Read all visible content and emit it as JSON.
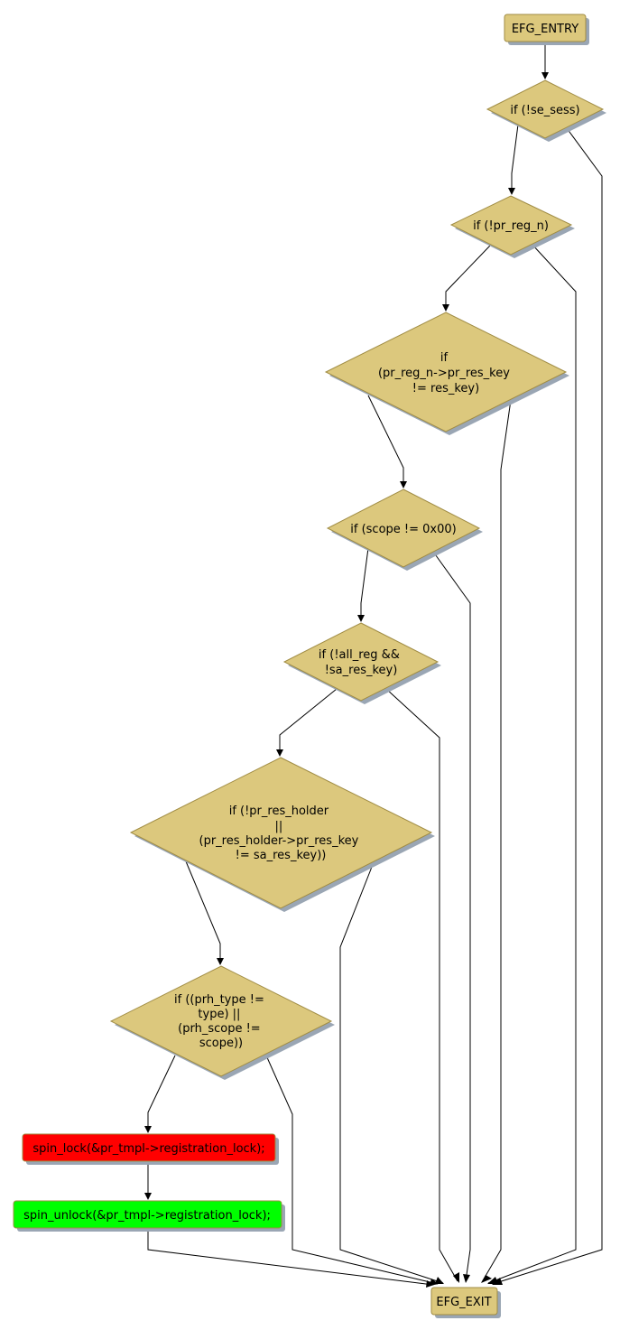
{
  "colors": {
    "node_fill": "#dcc87d",
    "node_stroke": "#a08c44",
    "shadow": "#9aa6b4",
    "lock_fill": "#ff0000",
    "unlock_fill": "#00ff00"
  },
  "nodes": {
    "entry": {
      "label": "EFG_ENTRY"
    },
    "if_se_sess": {
      "label": "if (!se_sess)"
    },
    "if_pr_reg_n": {
      "label": "if (!pr_reg_n)"
    },
    "if_res_key": {
      "lines": [
        "if",
        "(pr_reg_n->pr_res_key",
        "!= res_key)"
      ]
    },
    "if_scope": {
      "label": "if (scope != 0x00)"
    },
    "if_all_reg": {
      "lines": [
        "if (!all_reg &&",
        "!sa_res_key)"
      ]
    },
    "if_res_holder": {
      "lines": [
        "if (!pr_res_holder",
        "||",
        "(pr_res_holder->pr_res_key",
        "!= sa_res_key))"
      ]
    },
    "if_prh_type": {
      "lines": [
        "if ((prh_type !=",
        "type) ||",
        "(prh_scope !=",
        "scope))"
      ]
    },
    "spin_lock": {
      "label": "spin_lock(&pr_tmpl->registration_lock);"
    },
    "spin_unlock": {
      "label": "spin_unlock(&pr_tmpl->registration_lock);"
    },
    "exit": {
      "label": "EFG_EXIT"
    }
  }
}
